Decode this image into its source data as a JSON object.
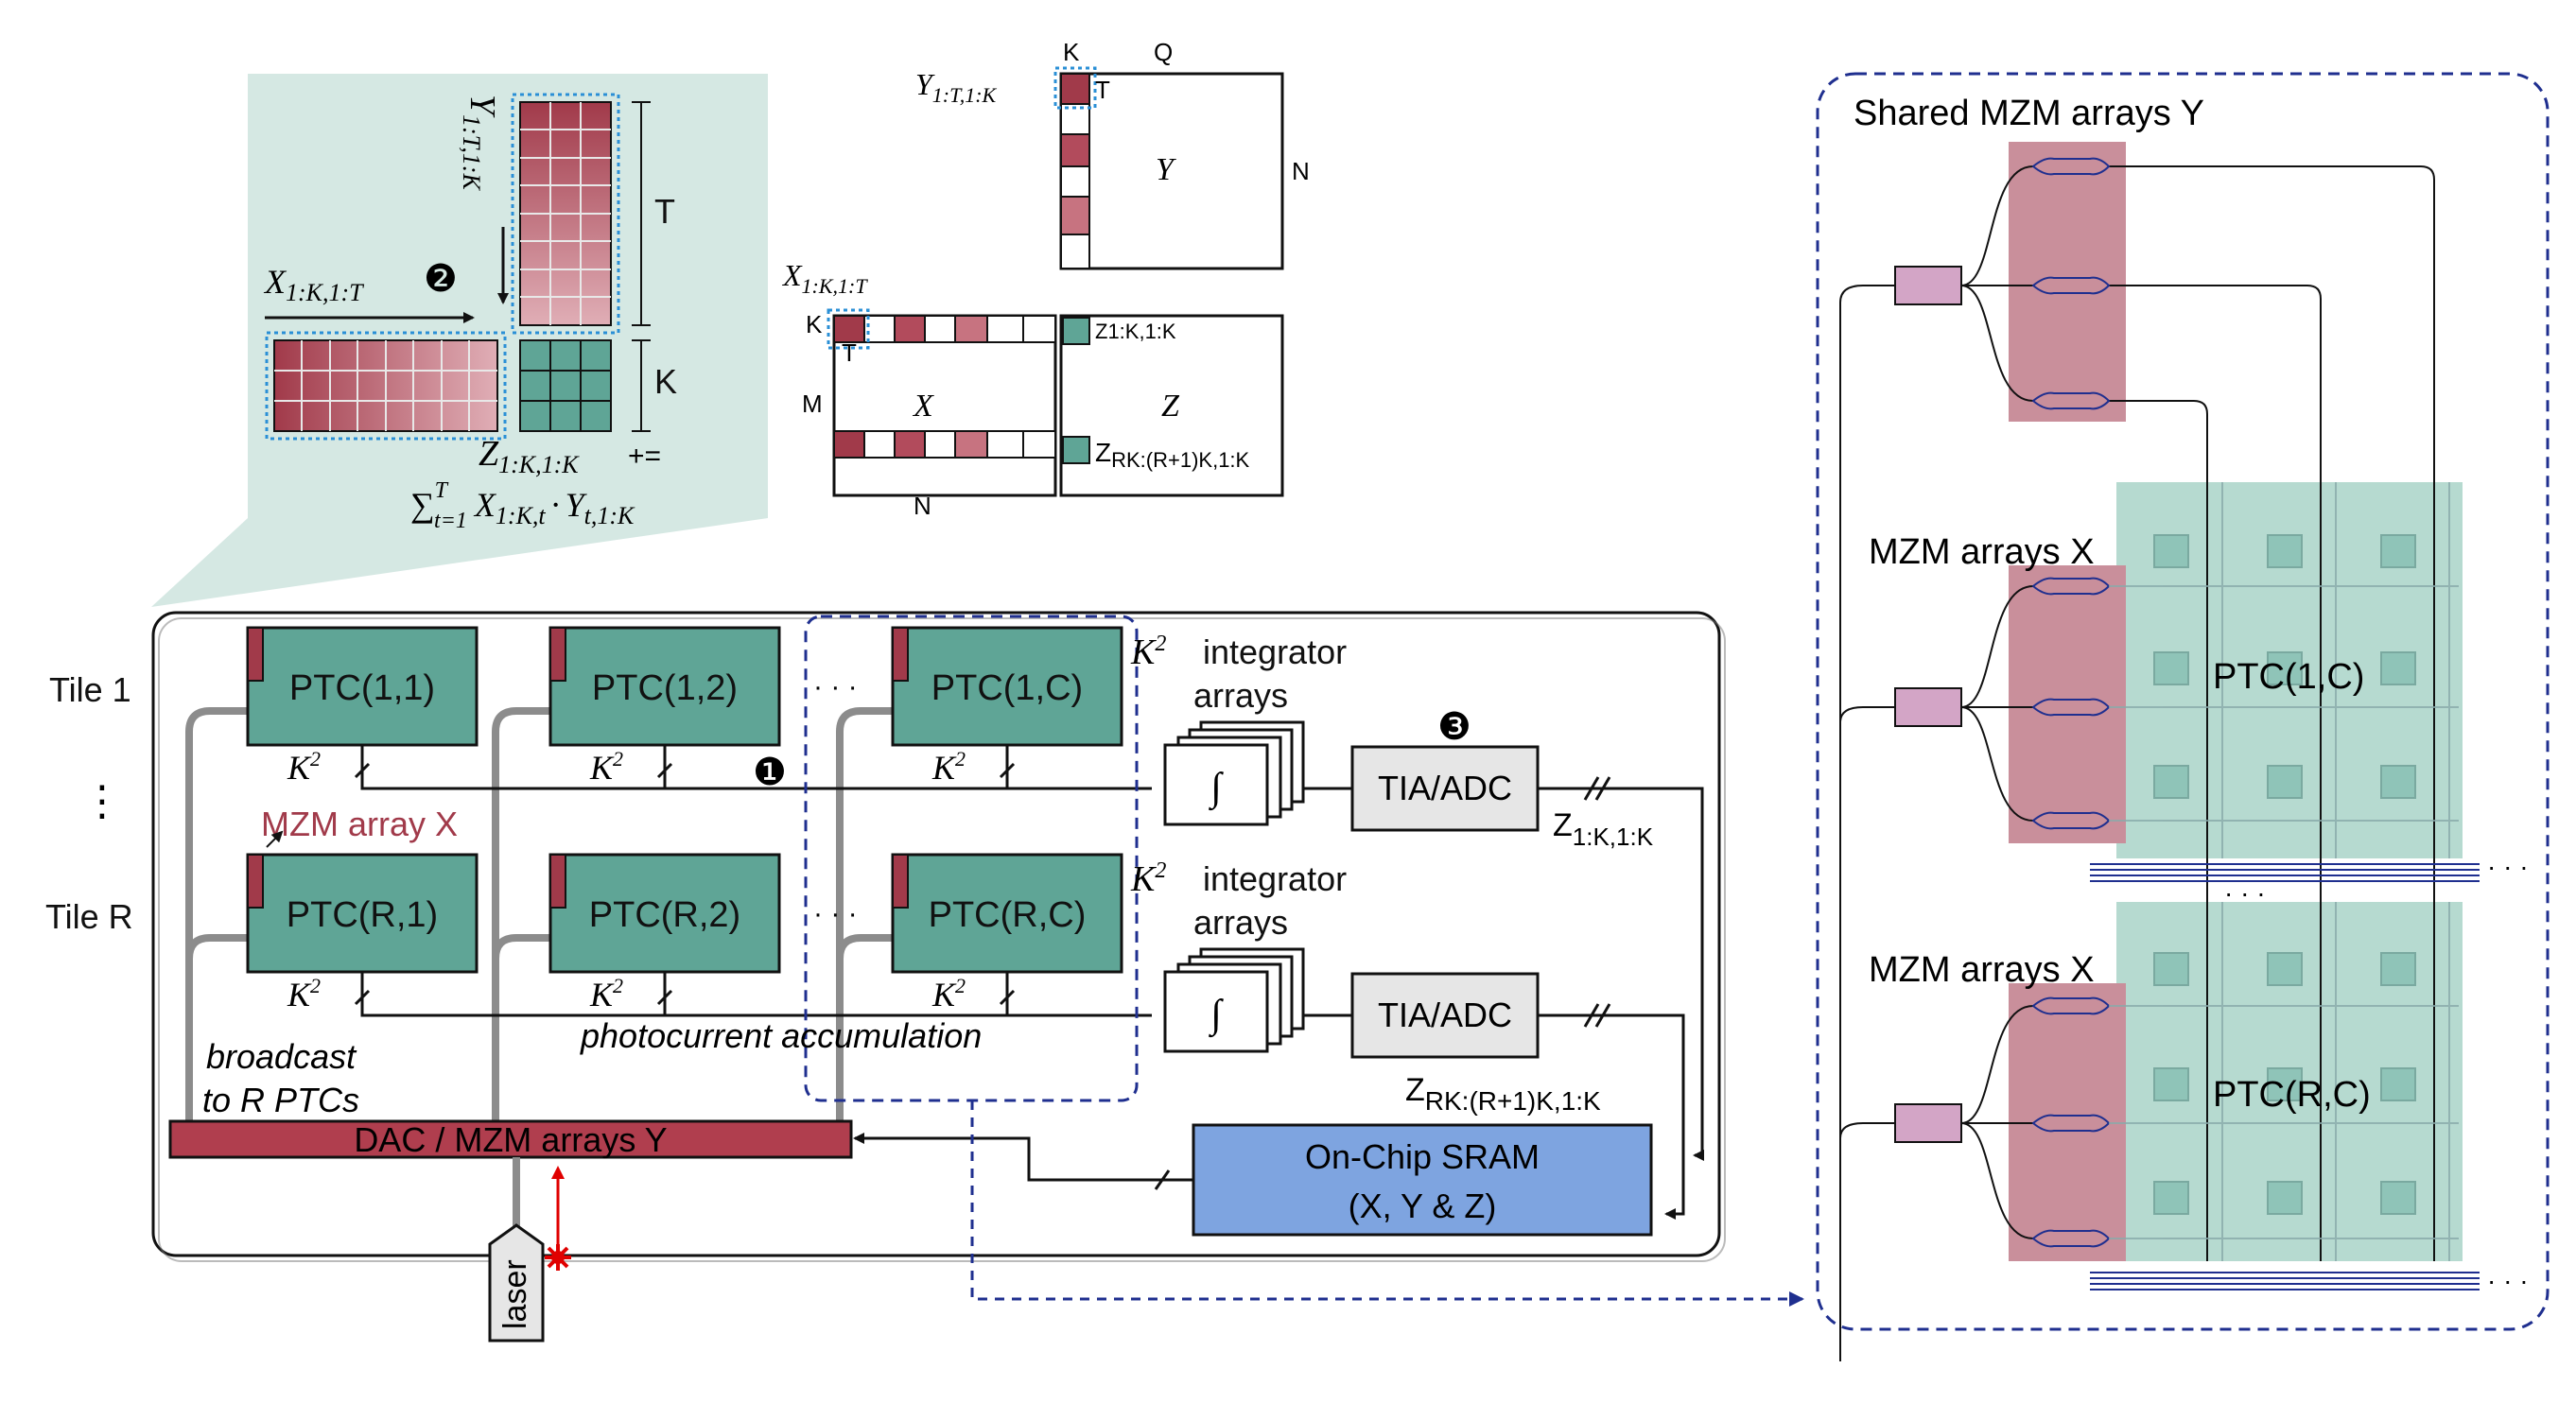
{
  "colors": {
    "ptc_fill": "#5fa596",
    "ptc_light": "#a9d3c8",
    "red_dark": "#a13a4a",
    "red_mid": "#c77380",
    "red_light": "#e0aeb6",
    "teal_panel": "#d5e8e3",
    "sram_fill": "#7ea4e0",
    "tia_fill": "#e6e6e6",
    "pink_block": "#c98f9b",
    "dash_blue": "#1f2f8f",
    "laser_red": "#e00000"
  },
  "inset": {
    "y_label": "Y",
    "y_sub": "1:T,1:K",
    "x_label": "X",
    "x_sub": "1:K,1:T",
    "t_label": "T",
    "k_label": "K",
    "step2": "❷",
    "z_label": "Z",
    "z_sub": "1:K,1:K",
    "z_op": "+=",
    "sum_formula": "∑",
    "sum_sup": "T",
    "sum_sub": "t=1",
    "sum_term1": "X",
    "sum_term1_sub": "1:K,t",
    "sum_dot": "·",
    "sum_term2": "Y",
    "sum_term2_sub": "t,1:K"
  },
  "matrices": {
    "y_ref": "Y",
    "y_ref_sub": "1:T,1:K",
    "y_k": "K",
    "y_q": "Q",
    "y_t": "T",
    "y_name": "Y",
    "y_n": "N",
    "x_ref": "X",
    "x_ref_sub": "1:K,1:T",
    "x_k": "K",
    "x_t": "T",
    "x_m": "M",
    "x_name": "X",
    "x_n": "N",
    "z_top": "Z1:K,1:K",
    "z_name": "Z",
    "z_bottom_main": "Z",
    "z_bottom_sub": "RK:(R+1)K,1:K"
  },
  "tiles": {
    "tile1": "Tile 1",
    "vdots": "⋮",
    "tileR": "Tile R",
    "row1": [
      "PTC(1,1)",
      "PTC(1,2)",
      "PTC(1,C)"
    ],
    "rowR": [
      "PTC(R,1)",
      "PTC(R,2)",
      "PTC(R,C)"
    ],
    "hdots": "· · ·",
    "k2": "K",
    "k2_sup": "2",
    "mzm_x_label": "MZM array X",
    "step1": "❶",
    "step3": "❸",
    "integrator_1": "integrator",
    "integrator_2": "arrays",
    "integral": "∫",
    "tia_adc": "TIA/ADC",
    "z_out1_main": "Z",
    "z_out1_sub": "1:K,1:K",
    "z_out2_main": "Z",
    "z_out2_sub": "RK:(R+1)K,1:K",
    "broadcast_1": "broadcast",
    "broadcast_2": "to R PTCs",
    "photocurrent": "photocurrent accumulation",
    "dac": "DAC / MZM arrays Y",
    "sram_1": "On-Chip SRAM",
    "sram_2": "(X, Y & Z)",
    "laser": "laser"
  },
  "right_panel": {
    "title": "Shared MZM arrays Y",
    "mzm_x_1": "MZM arrays X",
    "mzm_x_2": "MZM arrays X",
    "ptc_1c": "PTC(1,C)",
    "ptc_rc": "PTC(R,C)",
    "dots_1": "· · ·",
    "dots_2": "· · ·",
    "dots_3": "· · ·"
  }
}
